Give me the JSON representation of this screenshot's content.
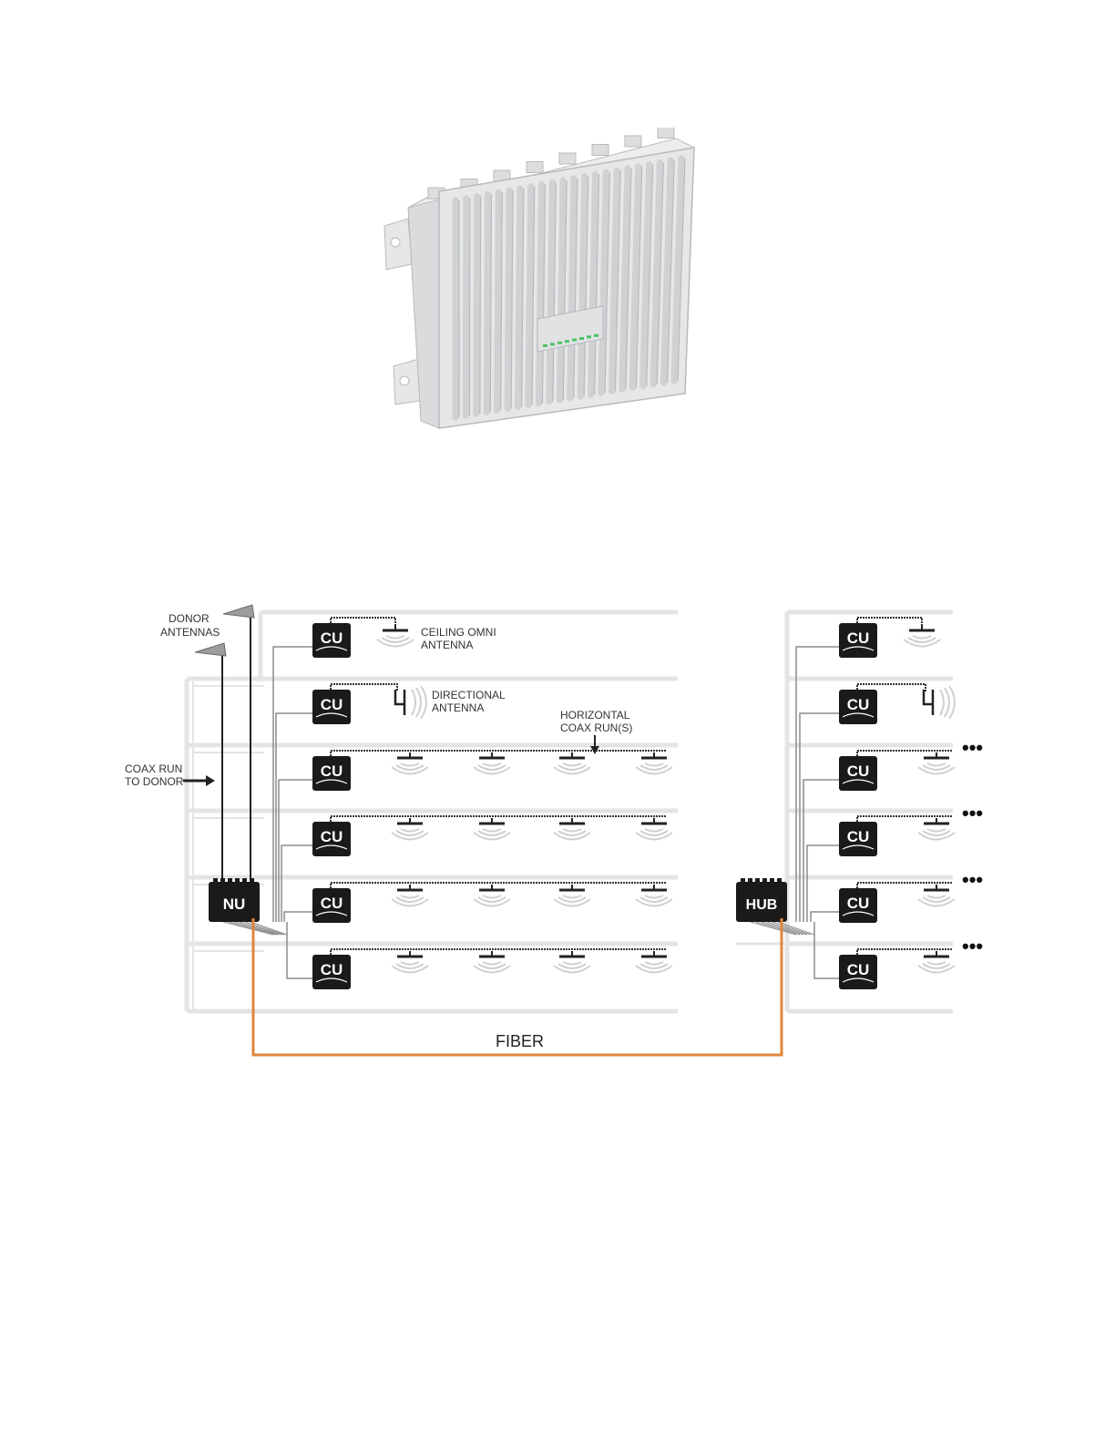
{
  "device": {
    "name": "",
    "colors": {
      "body": "#e6e7e8",
      "fin": "#cfd1d3",
      "shadow": "#b7babd",
      "led": "#4cc26a"
    }
  },
  "diagram": {
    "labels": {
      "donor_antennas": [
        "DONOR",
        "ANTENNAS"
      ],
      "coax_run_to_donor": [
        "COAX RUN",
        "TO DONOR"
      ],
      "ceiling_omni_antenna": [
        "CEILING OMNI",
        "ANTENNA"
      ],
      "directional_antenna": [
        "DIRECTIONAL",
        "ANTENNA"
      ],
      "horizontal_coax_runs": [
        "HORIZONTAL",
        "COAX RUN(S)"
      ],
      "fiber": "FIBER",
      "continuation": "•••"
    },
    "units": {
      "network_unit": "NU",
      "hub_unit": "HUB",
      "coverage_unit": "CU"
    },
    "left_building": {
      "cu_count": 6,
      "floors": [
        {
          "cu": "CU",
          "antenna": "ceiling-omni",
          "count": 1
        },
        {
          "cu": "CU",
          "antenna": "directional",
          "count": 1
        },
        {
          "cu": "CU",
          "antenna": "ceiling-omni",
          "count": 4
        },
        {
          "cu": "CU",
          "antenna": "ceiling-omni",
          "count": 4
        },
        {
          "cu": "CU",
          "antenna": "ceiling-omni",
          "count": 4
        },
        {
          "cu": "CU",
          "antenna": "ceiling-omni",
          "count": 4
        }
      ]
    },
    "right_building": {
      "cu_count": 6,
      "floors": [
        {
          "cu": "CU",
          "antenna": "ceiling-omni",
          "count": 1,
          "more": false
        },
        {
          "cu": "CU",
          "antenna": "directional",
          "count": 1,
          "more": false
        },
        {
          "cu": "CU",
          "antenna": "ceiling-omni",
          "count": 1,
          "more": true
        },
        {
          "cu": "CU",
          "antenna": "ceiling-omni",
          "count": 1,
          "more": true
        },
        {
          "cu": "CU",
          "antenna": "ceiling-omni",
          "count": 1,
          "more": true
        },
        {
          "cu": "CU",
          "antenna": "ceiling-omni",
          "count": 1,
          "more": true
        }
      ]
    },
    "colors": {
      "floor": "#e3e4e5",
      "cable": "#8a8c8e",
      "unit": "#1a1a1a",
      "fiber": "#e0863a",
      "text": "#333333"
    }
  }
}
